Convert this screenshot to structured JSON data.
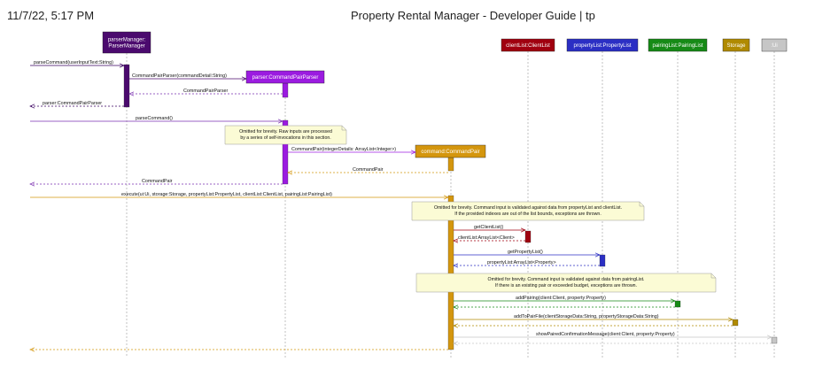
{
  "page_header": {
    "datetime": "11/7/22, 5:17 PM",
    "title": "Property Rental Manager - Developer Guide | tp"
  },
  "participants": [
    {
      "id": "parserManager",
      "label_lines": [
        "parserManager:",
        "ParserManager"
      ],
      "color": "#4b0a6e"
    },
    {
      "id": "parser",
      "label_lines": [
        "parser:CommandPairParser"
      ],
      "color": "#9b1be0"
    },
    {
      "id": "command",
      "label_lines": [
        "command:CommandPair"
      ],
      "color": "#d4960e"
    },
    {
      "id": "clientList",
      "label_lines": [
        "clientList:ClientList"
      ],
      "color": "#a0000f"
    },
    {
      "id": "propertyList",
      "label_lines": [
        "propertyList:PropertyList"
      ],
      "color": "#2b2fc4"
    },
    {
      "id": "pairingList",
      "label_lines": [
        "pairingList:PairingList"
      ],
      "color": "#168a16"
    },
    {
      "id": "storage",
      "label_lines": [
        "Storage"
      ],
      "color": "#b08a00"
    },
    {
      "id": "ui",
      "label_lines": [
        ":Ui"
      ],
      "color": "#c6c6c6"
    }
  ],
  "messages": [
    {
      "from": "caller",
      "to": "parserManager",
      "label": "parseCommand(userInputText:String)",
      "kind": "call"
    },
    {
      "from": "parserManager",
      "to": "parser",
      "label": "CommandPairParser(commandDetail:String)",
      "kind": "create"
    },
    {
      "from": "parser",
      "to": "parserManager",
      "label": "CommandPairParser",
      "kind": "return"
    },
    {
      "from": "parserManager",
      "to": "caller",
      "label": "parser:CommandPairParser",
      "kind": "return"
    },
    {
      "from": "caller",
      "to": "parser",
      "label": "parseCommand()",
      "kind": "call"
    },
    {
      "from": "parser",
      "to": "command",
      "label": "CommandPair(integerDetails: ArrayList<Integer>)",
      "kind": "create"
    },
    {
      "from": "command",
      "to": "parser",
      "label": "CommandPair",
      "kind": "return"
    },
    {
      "from": "parser",
      "to": "caller",
      "label": "CommandPair",
      "kind": "return"
    },
    {
      "from": "caller",
      "to": "command",
      "label": "execute(ui:Ui, storage:Storage, propertyList:PropertyList, clientList:ClientList, pairingList:PairingList)",
      "kind": "call"
    },
    {
      "from": "command",
      "to": "clientList",
      "label": "getClientList()",
      "kind": "call"
    },
    {
      "from": "clientList",
      "to": "command",
      "label": "clientList:ArrayList<Client>",
      "kind": "return"
    },
    {
      "from": "command",
      "to": "propertyList",
      "label": "getPropertyList()",
      "kind": "call"
    },
    {
      "from": "propertyList",
      "to": "command",
      "label": "propertyList:ArrayList<Property>",
      "kind": "return"
    },
    {
      "from": "command",
      "to": "pairingList",
      "label": "addPairing(client:Client, property:Property)",
      "kind": "call"
    },
    {
      "from": "pairingList",
      "to": "command",
      "label": "",
      "kind": "return"
    },
    {
      "from": "command",
      "to": "storage",
      "label": "addToPairFile(clientStorageData:String, propertyStorageData:String)",
      "kind": "call"
    },
    {
      "from": "storage",
      "to": "command",
      "label": "",
      "kind": "return"
    },
    {
      "from": "command",
      "to": "ui",
      "label": "showPairedConfirmationMessage(client:Client, property:Property)",
      "kind": "call"
    },
    {
      "from": "ui",
      "to": "command",
      "label": "",
      "kind": "return"
    },
    {
      "from": "command",
      "to": "caller",
      "label": "",
      "kind": "return"
    }
  ],
  "notes": [
    {
      "lines": [
        "Omitted for brevity. Raw inputs are processed",
        "by a series of self-invocations in this section."
      ]
    },
    {
      "lines": [
        "Omitted for brevity. Command input is validated against data from propertyList and clientList.",
        "If the provided indexes are out of the list bounds, exceptions are thrown."
      ]
    },
    {
      "lines": [
        "Omitted for brevity. Command input is validated against data from pairingList.",
        "If there is an existing pair or exceeded budget, exceptions are thrown."
      ]
    }
  ]
}
